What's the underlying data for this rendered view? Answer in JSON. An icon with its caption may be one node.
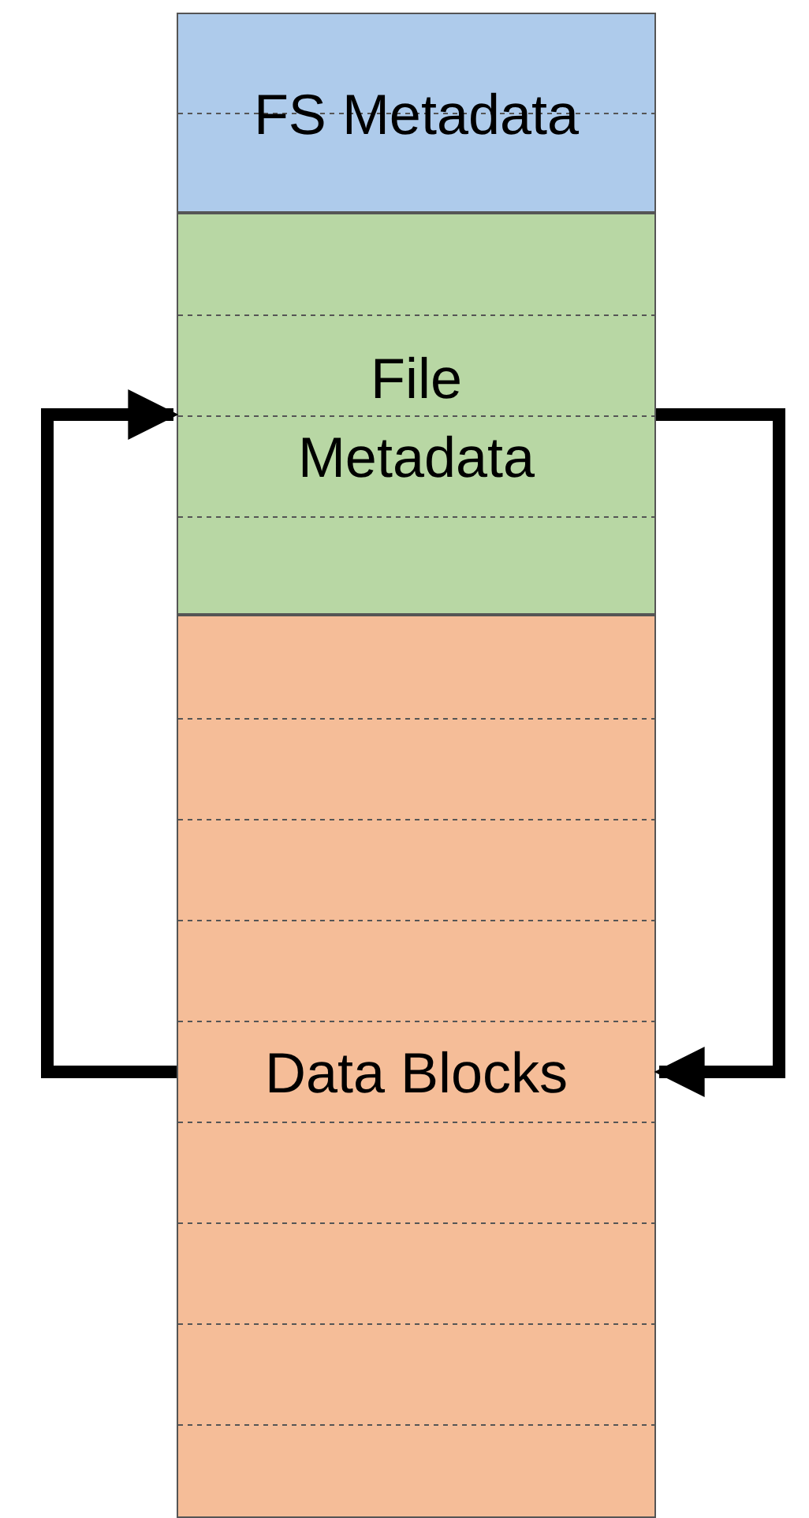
{
  "diagram": {
    "nodes": [
      {
        "text": [
          "FS Metadata"
        ]
      },
      {
        "text": [
          "File Metadata"
        ]
      },
      {
        "text": [
          "Data Blocks"
        ]
      }
    ],
    "edges": [
      {
        "from": 2,
        "to": 1,
        "arrow": "to"
      },
      {
        "from": 1,
        "to": 2,
        "arrow": "to"
      }
    ]
  }
}
